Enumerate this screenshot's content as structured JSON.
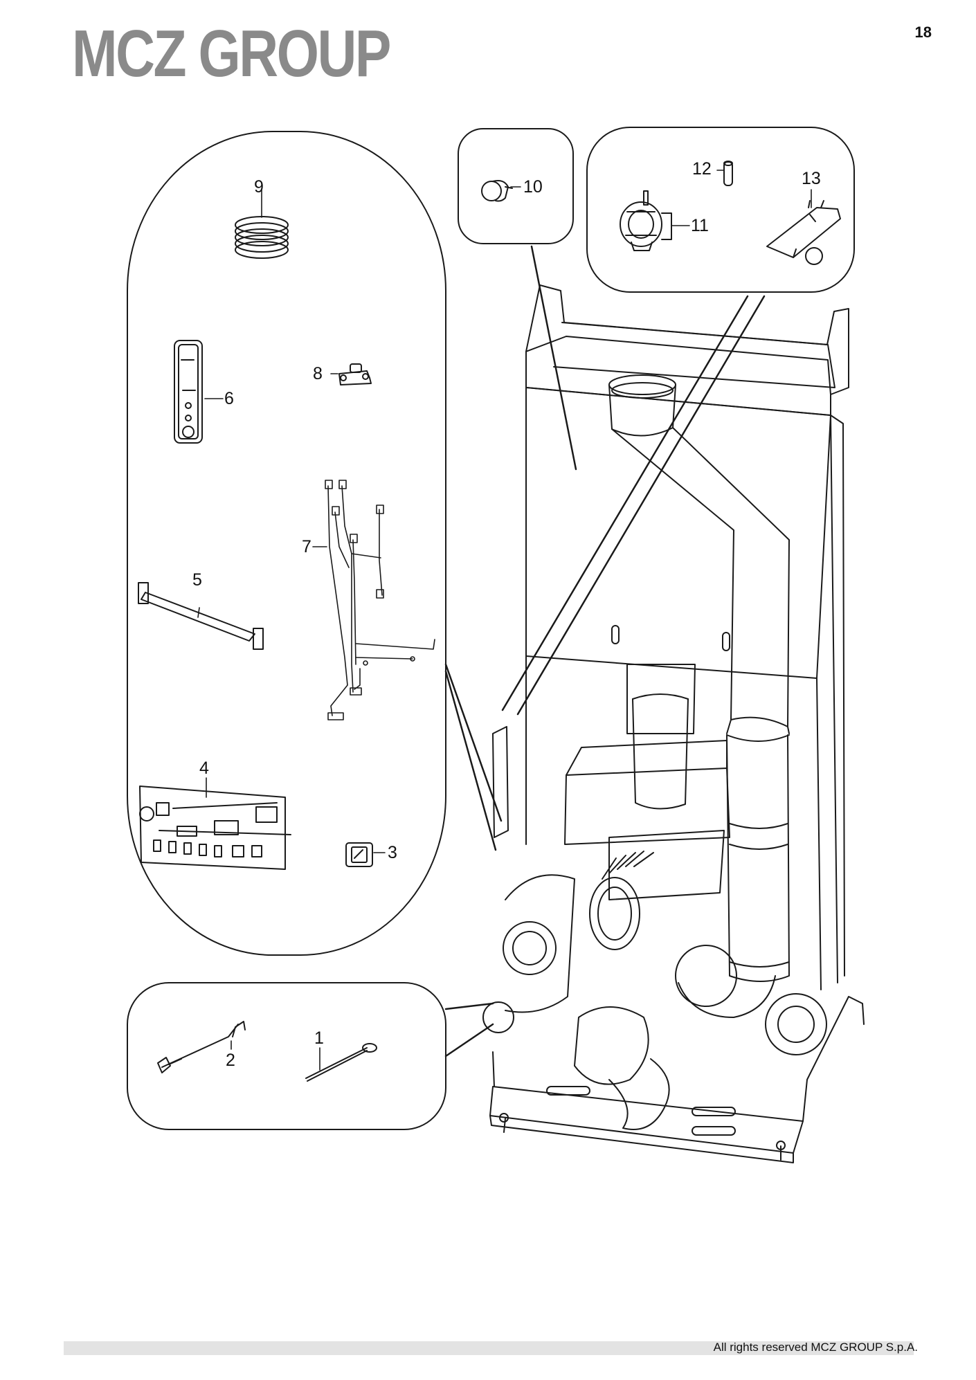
{
  "header": {
    "brand": "MCZ GROUP",
    "page_number": "18"
  },
  "callouts": [
    {
      "id": "1",
      "label": "1"
    },
    {
      "id": "2",
      "label": "2"
    },
    {
      "id": "3",
      "label": "3"
    },
    {
      "id": "4",
      "label": "4"
    },
    {
      "id": "5",
      "label": "5"
    },
    {
      "id": "6",
      "label": "6"
    },
    {
      "id": "7",
      "label": "7"
    },
    {
      "id": "8",
      "label": "8"
    },
    {
      "id": "9",
      "label": "9"
    },
    {
      "id": "10",
      "label": "10"
    },
    {
      "id": "11",
      "label": "11"
    },
    {
      "id": "12",
      "label": "12"
    },
    {
      "id": "13",
      "label": "13"
    }
  ],
  "footer": {
    "copyright": "All rights reserved MCZ GROUP S.p.A."
  },
  "colors": {
    "brand": "#8a8a8a",
    "line": "#1a1a1a",
    "footer_bar": "#e3e3e3"
  }
}
